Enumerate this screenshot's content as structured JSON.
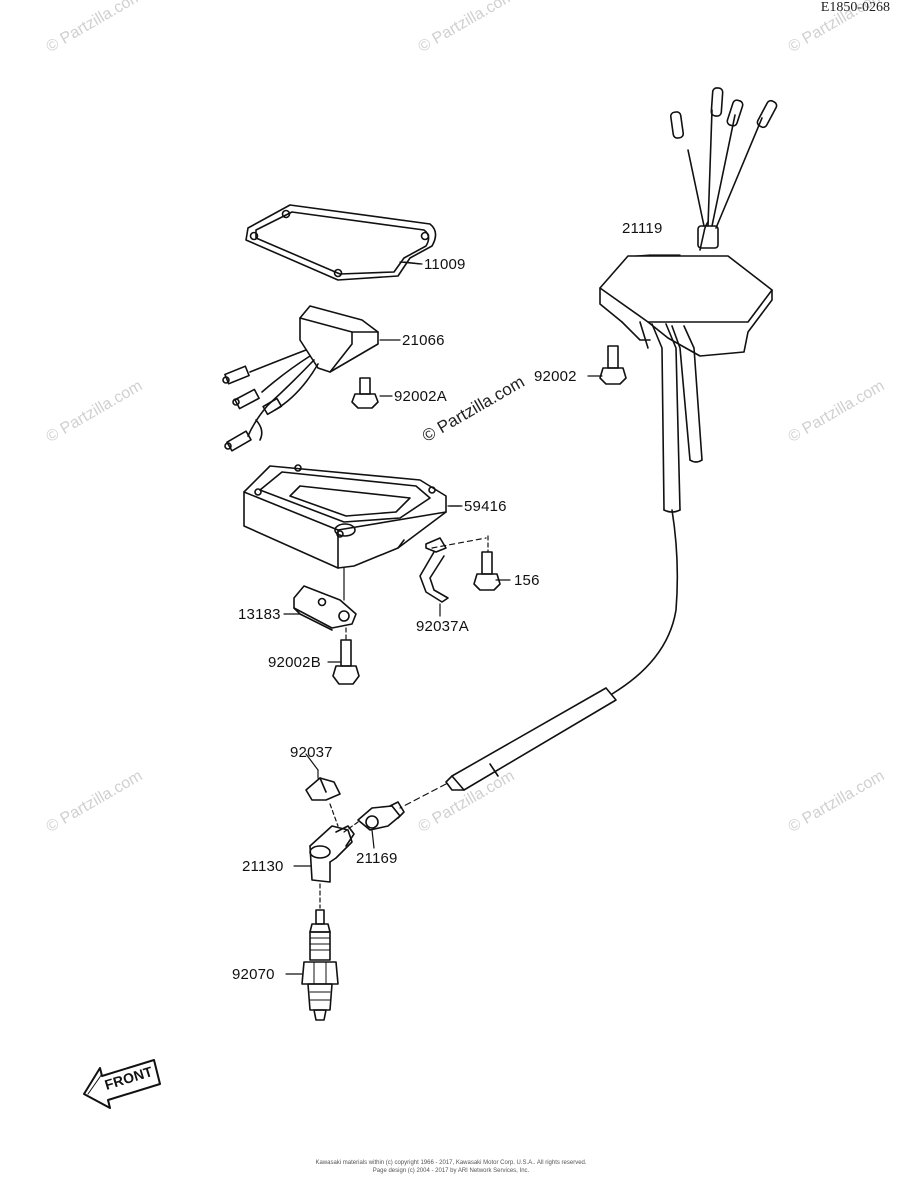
{
  "diagram_code": "E1850-0268",
  "watermark": "© Partzilla.com",
  "parts": {
    "p11009": "11009",
    "p21066": "21066",
    "p92002A": "92002A",
    "p21119": "21119",
    "p92002": "92002",
    "p59416": "59416",
    "p156": "156",
    "p13183": "13183",
    "p92037A": "92037A",
    "p92002B": "92002B",
    "p92037": "92037",
    "p21130": "21130",
    "p21169": "21169",
    "p92070": "92070"
  },
  "front_label": "FRONT",
  "footer": {
    "line1": "Kawasaki materials within (c) copyright 1966 - 2017, Kawasaki Motor Corp. U.S.A.. All rights reserved.",
    "line2": "Page design (c) 2004 - 2017 by ARI Network Services, Inc."
  }
}
